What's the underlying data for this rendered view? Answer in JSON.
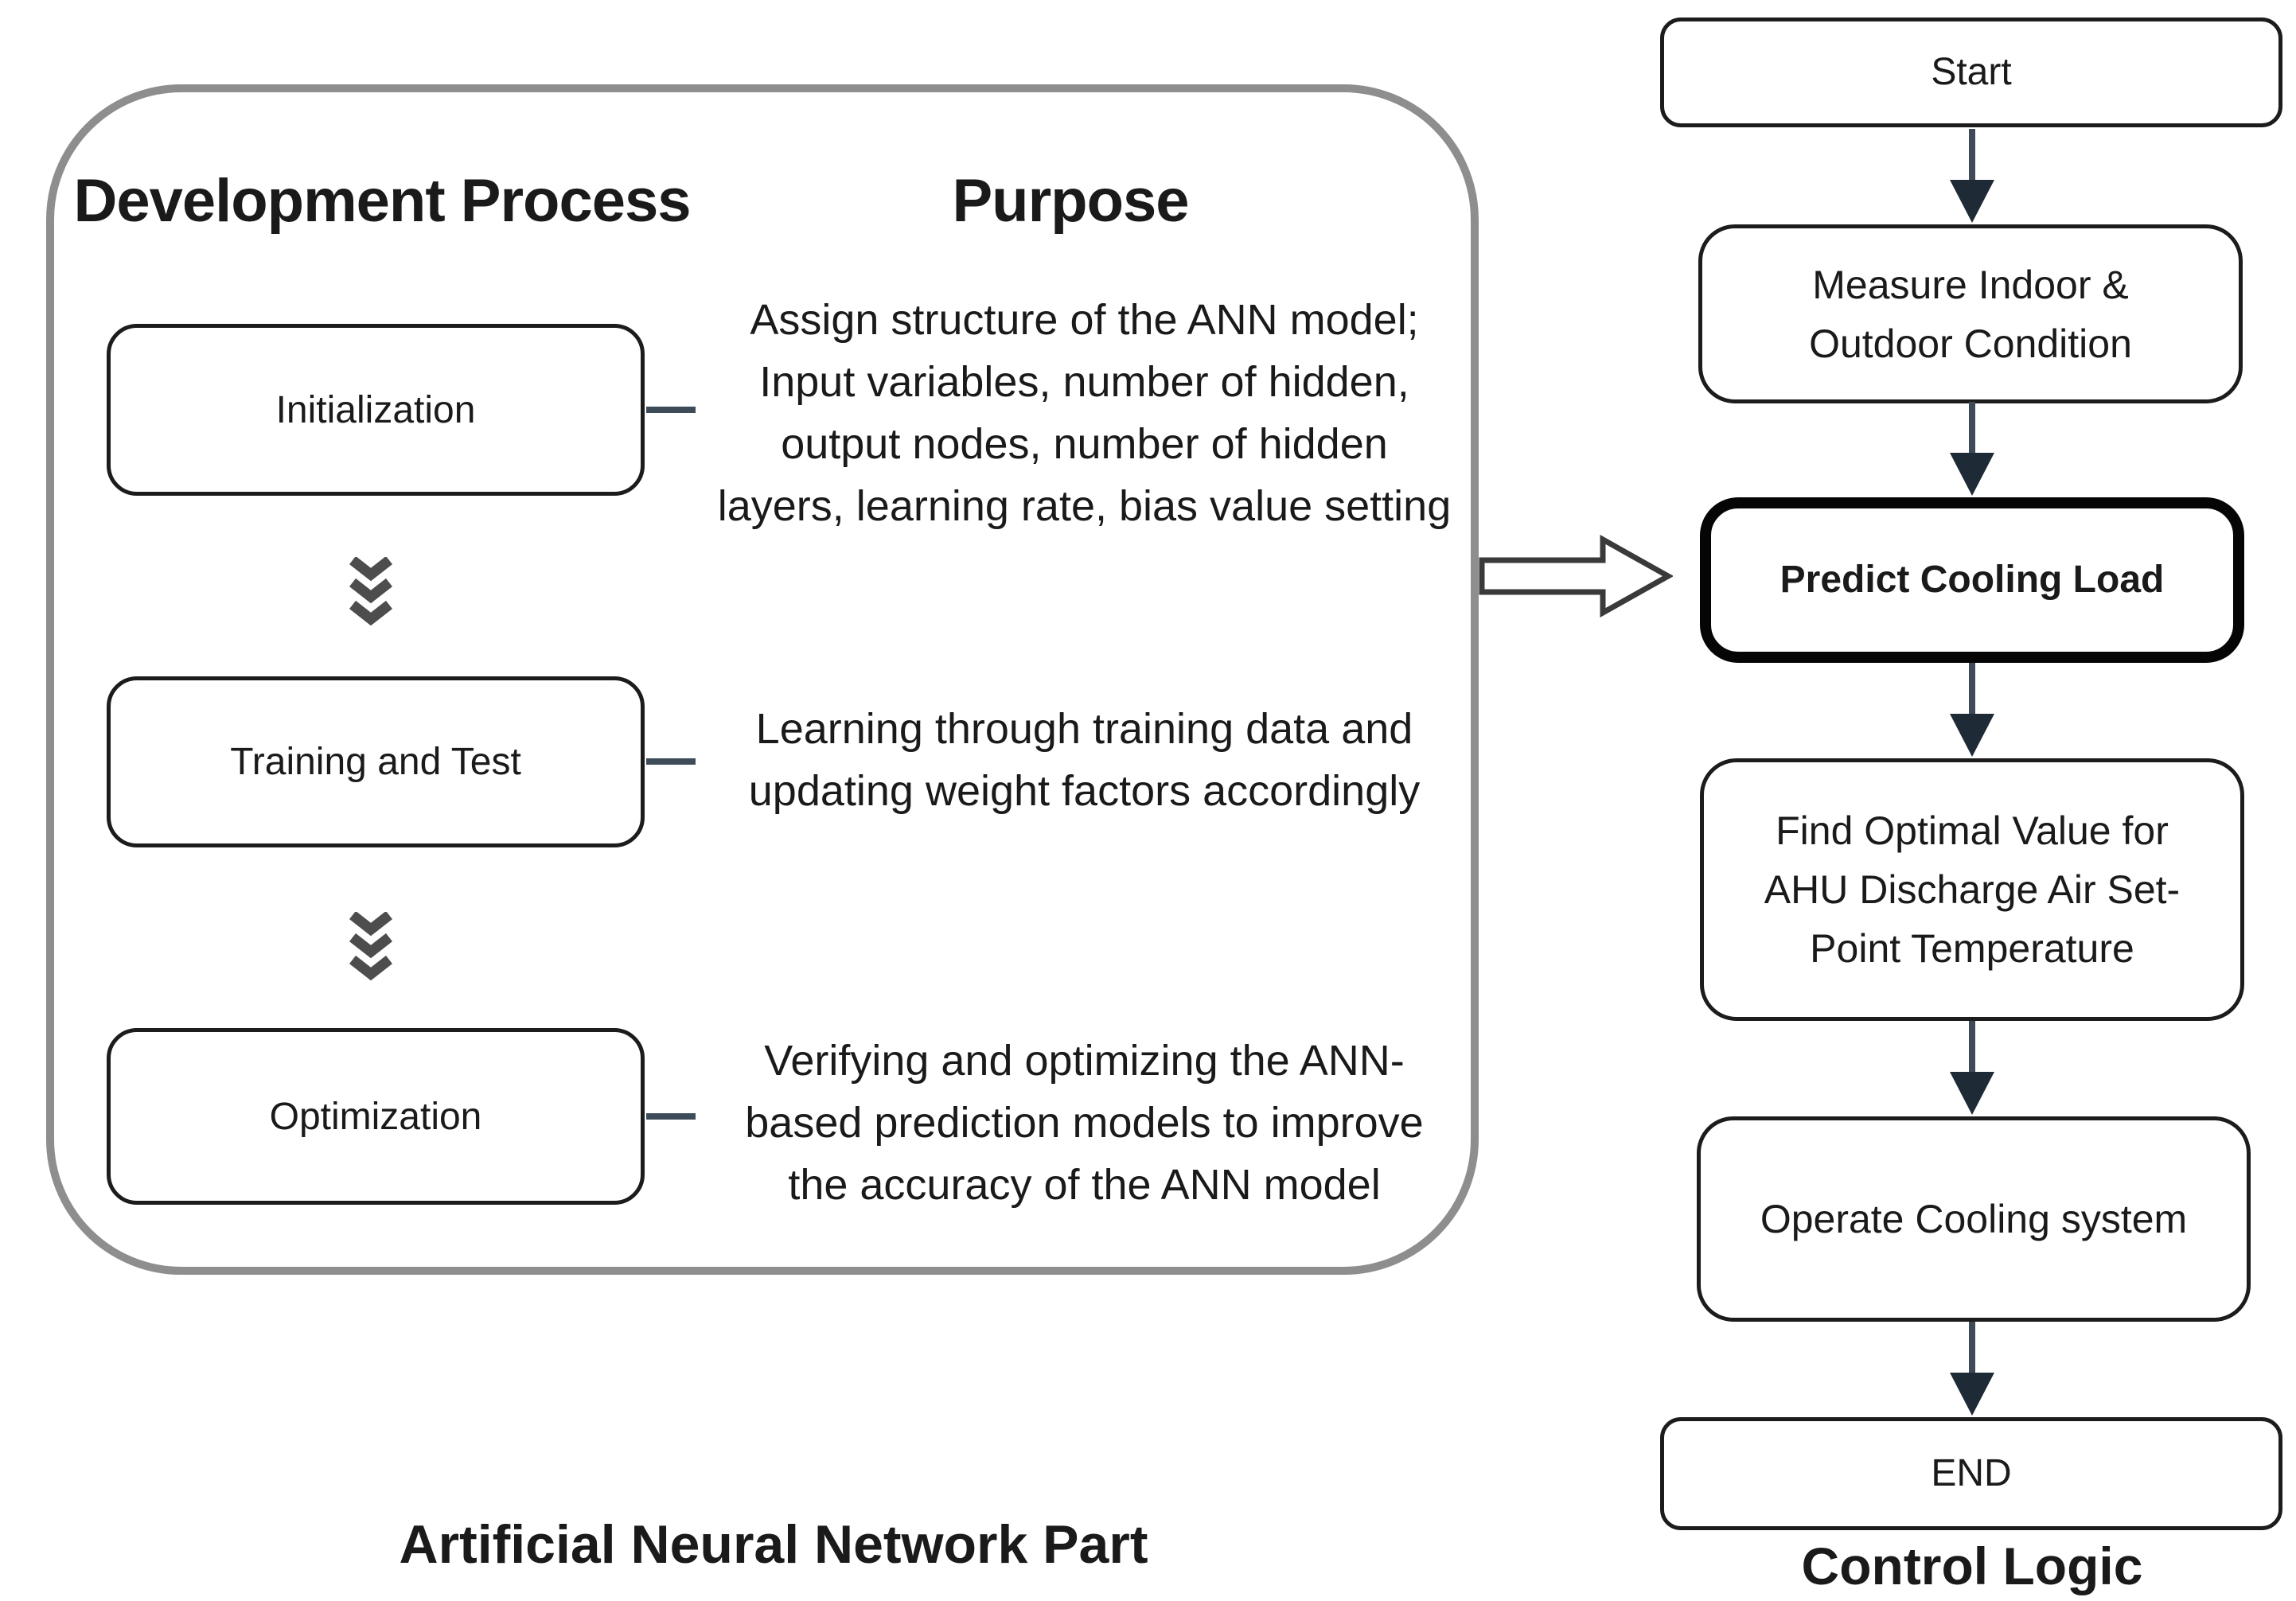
{
  "colors": {
    "text": "#1a1a1a",
    "container_border": "#8e8e8e",
    "box_border": "#1c1c1c",
    "emphasis_border": "#050505",
    "chevron": "#4d4d4d",
    "arrow_shaft": "#3d4a57",
    "arrow_head": "#1e2a36",
    "tick": "#3e4c5a",
    "blockarrow_border": "#3a3a3a",
    "background": "#ffffff"
  },
  "ann": {
    "dev_header": "Development Process",
    "purpose_header": "Purpose",
    "caption": "Artificial Neural Network Part",
    "steps": [
      {
        "label": "Initialization",
        "purpose_lines": [
          "Assign structure of the ANN model;",
          "Input variables, number of hidden,",
          "output nodes, number of hidden",
          "layers, learning rate, bias value setting"
        ]
      },
      {
        "label": "Training and Test",
        "purpose_lines": [
          "Learning through training data and",
          "updating weight factors accordingly"
        ]
      },
      {
        "label": "Optimization",
        "purpose_lines": [
          "Verifying and optimizing the ANN-",
          "based prediction models to improve",
          "the accuracy of the ANN model"
        ]
      }
    ]
  },
  "control": {
    "caption": "Control Logic",
    "nodes": [
      {
        "label_lines": [
          "Start"
        ],
        "emphasis": false
      },
      {
        "label_lines": [
          "Measure Indoor &",
          "Outdoor Condition"
        ],
        "emphasis": false
      },
      {
        "label_lines": [
          "Predict Cooling Load"
        ],
        "emphasis": true
      },
      {
        "label_lines": [
          "Find Optimal Value for",
          "AHU Discharge Air Set-",
          "Point Temperature"
        ],
        "emphasis": false
      },
      {
        "label_lines": [
          "Operate Cooling system"
        ],
        "emphasis": false
      },
      {
        "label_lines": [
          "END"
        ],
        "emphasis": false
      }
    ]
  },
  "icons": {
    "step_separator": "chevron-triple-down-icon",
    "flow_connector": "arrow-down-icon",
    "section_link": "block-arrow-right-icon"
  }
}
